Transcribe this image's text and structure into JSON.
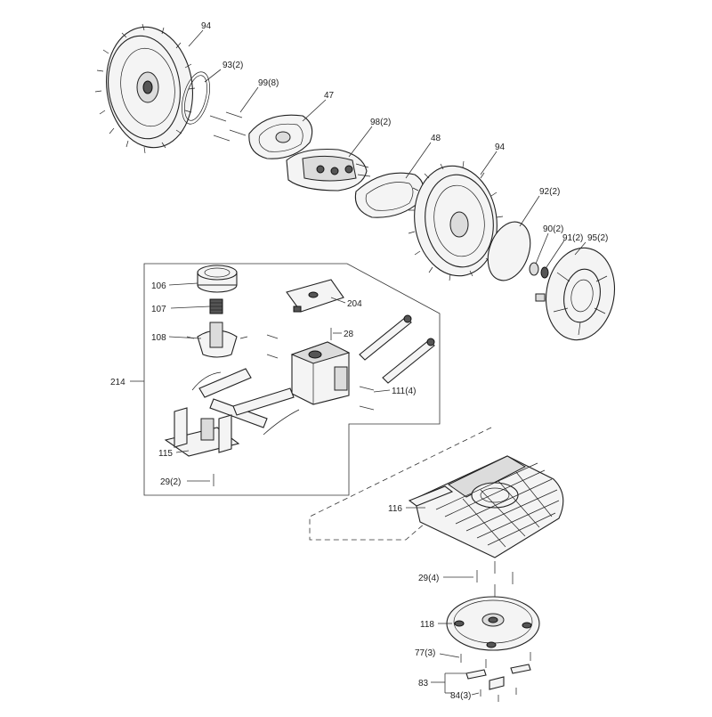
{
  "callouts": [
    {
      "id": "c94a",
      "text": "94"
    },
    {
      "id": "c93",
      "text": "93(2)"
    },
    {
      "id": "c99",
      "text": "99(8)"
    },
    {
      "id": "c47",
      "text": "47"
    },
    {
      "id": "c98",
      "text": "98(2)"
    },
    {
      "id": "c48",
      "text": "48"
    },
    {
      "id": "c94b",
      "text": "94"
    },
    {
      "id": "c92",
      "text": "92(2)"
    },
    {
      "id": "c90",
      "text": "90(2)"
    },
    {
      "id": "c91",
      "text": "91(2)"
    },
    {
      "id": "c95",
      "text": "95(2)"
    },
    {
      "id": "c106",
      "text": "106"
    },
    {
      "id": "c204",
      "text": "204"
    },
    {
      "id": "c107",
      "text": "107"
    },
    {
      "id": "c28",
      "text": "28"
    },
    {
      "id": "c108",
      "text": "108"
    },
    {
      "id": "c214",
      "text": "214"
    },
    {
      "id": "c111",
      "text": "111(4)"
    },
    {
      "id": "c115",
      "text": "115"
    },
    {
      "id": "c29a",
      "text": "29(2)"
    },
    {
      "id": "c116",
      "text": "116"
    },
    {
      "id": "c29b",
      "text": "29(4)"
    },
    {
      "id": "c118",
      "text": "118"
    },
    {
      "id": "c77",
      "text": "77(3)"
    },
    {
      "id": "c83",
      "text": "83"
    },
    {
      "id": "c84",
      "text": "84(3)"
    }
  ]
}
